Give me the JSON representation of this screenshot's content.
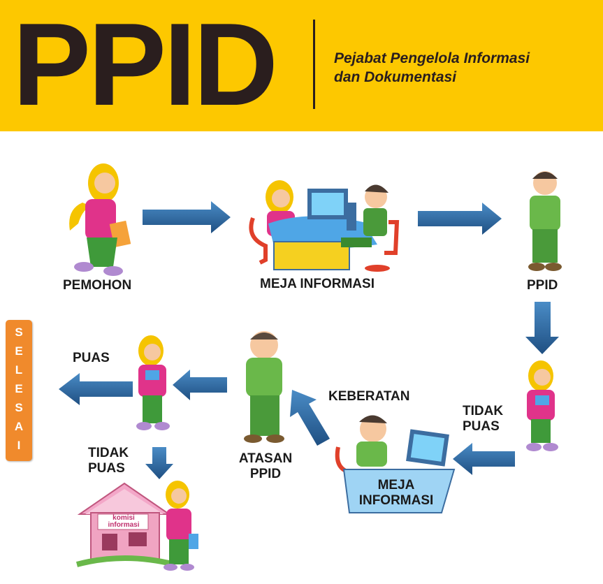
{
  "banner": {
    "logo": "PPID",
    "tagline_line1": "Pejabat Pengelola Informasi",
    "tagline_line2": "dan Dokumentasi"
  },
  "nodes": {
    "pemohon": "PEMOHON",
    "meja_informasi_top": "MEJA INFORMASI",
    "ppid": "PPID",
    "puas": "PUAS",
    "tidak_puas_right_line1": "TIDAK",
    "tidak_puas_right_line2": "PUAS",
    "keberatan": "KEBERATAN",
    "meja_informasi_bottom_line1": "MEJA",
    "meja_informasi_bottom_line2": "INFORMASI",
    "atasan_ppid_line1": "ATASAN",
    "atasan_ppid_line2": "PPID",
    "tidak_puas_left_line1": "TIDAK",
    "tidak_puas_left_line2": "PUAS",
    "komisi_line1": "komisi",
    "komisi_line2": "informasi"
  },
  "selesai": [
    "S",
    "E",
    "L",
    "E",
    "S",
    "A",
    "I"
  ],
  "colors": {
    "banner": "#fdc800",
    "arrow": "#2f6da6",
    "selesai_tab": "#f08a2c",
    "text": "#1a1a1a"
  }
}
